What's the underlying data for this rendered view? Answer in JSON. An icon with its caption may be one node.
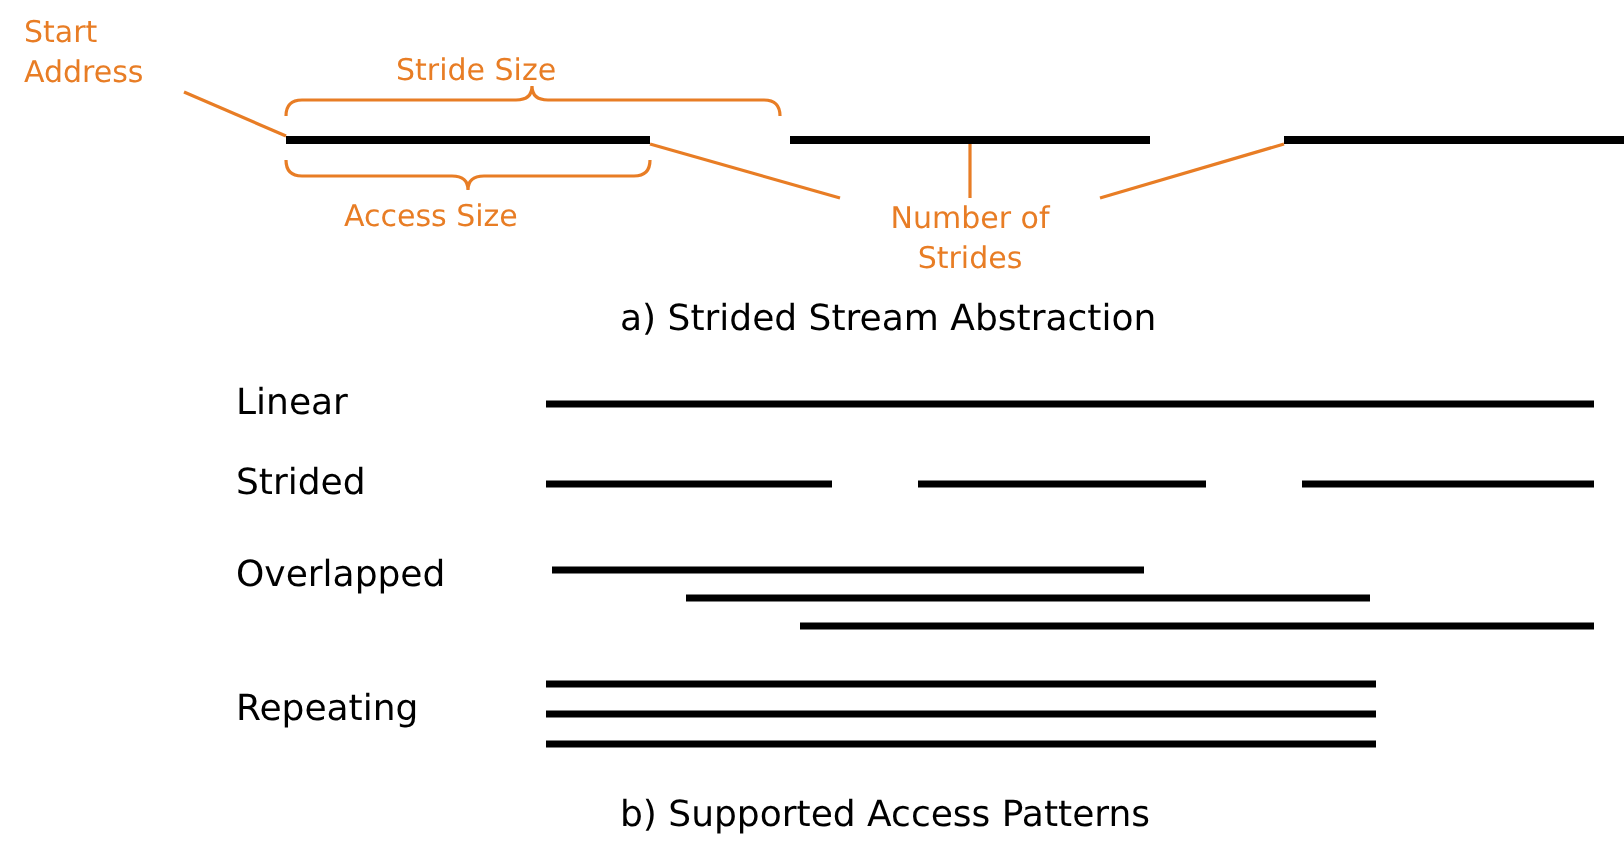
{
  "diagram": {
    "nodes": [
      {
        "text": [
          "Start Address"
        ]
      },
      {
        "text": [],
        "shape": "bar"
      },
      {
        "text": [],
        "shape": "bar"
      },
      {
        "text": [],
        "shape": "bar"
      },
      {
        "text": [
          "Number of Strides"
        ]
      }
    ],
    "edges": [
      {
        "from": 0,
        "to": 1,
        "arrow": "none"
      },
      {
        "from": 4,
        "to": 1,
        "arrow": "none"
      },
      {
        "from": 4,
        "to": 2,
        "arrow": "none"
      },
      {
        "from": 4,
        "to": 3,
        "arrow": "none"
      }
    ],
    "labels": [
      "Stride Size",
      "Access Size",
      "a) Strided Stream Abstraction",
      "Linear",
      "Strided",
      "Overlapped",
      "Repeating",
      "b) Supported Access Patterns"
    ]
  }
}
